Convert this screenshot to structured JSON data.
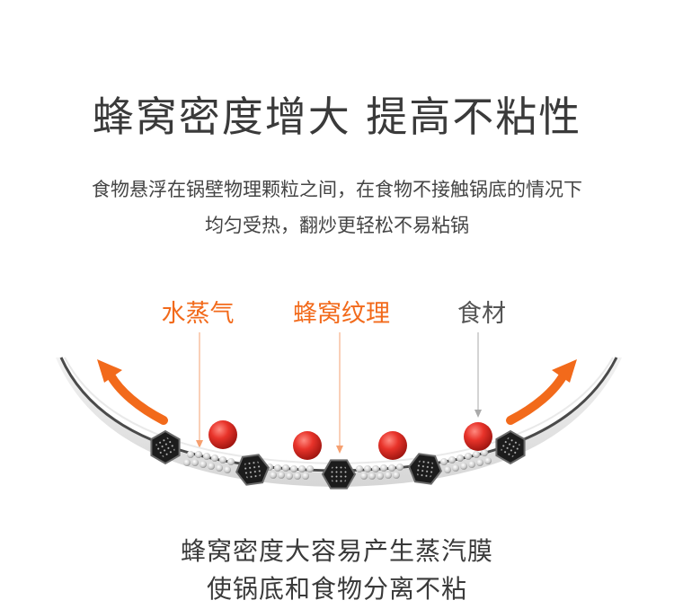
{
  "headline": "蜂窝密度增大 提高不粘性",
  "description": {
    "line1": "食物悬浮在锅壁物理颗粒之间，在食物不接触锅底的情况下",
    "line2": "均匀受热，翻炒更轻松不易粘锅"
  },
  "diagram": {
    "labels": {
      "steam": "水蒸气",
      "honeycomb": "蜂窝纹理",
      "food": "食材"
    },
    "colors": {
      "accent": "#f26a1b",
      "food_ball": "#e8332a",
      "label_dark": "#555555"
    }
  },
  "caption": {
    "line1": "蜂窝密度大容易产生蒸汽膜",
    "line2": "使锅底和食物分离不粘"
  }
}
